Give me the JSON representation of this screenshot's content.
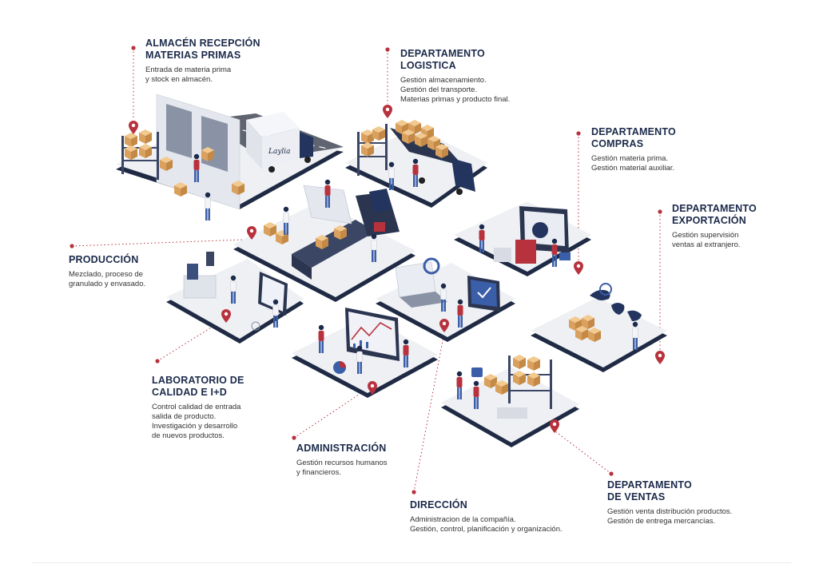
{
  "colors": {
    "accent": "#b8323d",
    "navy": "#1b2a4a",
    "platform": "#eef0f4",
    "platform_edge": "#1f2a44"
  },
  "sections": {
    "almacen": {
      "title": "ALMACÉN RECEPCIÓN\nMATERIAS PRIMAS",
      "desc": "Entrada de materia prima\ny stock en almacén."
    },
    "logistica": {
      "title": "DEPARTAMENTO\nLOGISTICA",
      "desc": "Gestión almacenamiento.\nGestión del transporte.\nMaterias primas y producto final."
    },
    "compras": {
      "title": "DEPARTAMENTO\nCOMPRAS",
      "desc": "Gestión materia prima.\nGestión material auxiliar."
    },
    "exportacion": {
      "title": "DEPARTAMENTO\nEXPORTACIÓN",
      "desc": "Gestión supervisión\nventas al extranjero."
    },
    "produccion": {
      "title": "PRODUCCIÓN",
      "desc": "Mezclado, proceso de\ngranulado y envasado."
    },
    "laboratorio": {
      "title": "LABORATORIO DE\nCALIDAD E I+D",
      "desc": "Control calidad de entrada\nsalida de producto.\nInvestigación y desarrollo\nde nuevos productos."
    },
    "administracion": {
      "title": "ADMINISTRACIÓN",
      "desc": "Gestión recursos humanos\ny financieros."
    },
    "direccion": {
      "title": "DIRECCIÓN",
      "desc": "Administracion de la compañía.\nGestión, control, planificación y organización."
    },
    "ventas": {
      "title": "DEPARTAMENTO\nDE VENTAS",
      "desc": "Gestión venta distribución productos.\nGestión de entrega mercancías."
    }
  },
  "truck_logo": "Laylia"
}
